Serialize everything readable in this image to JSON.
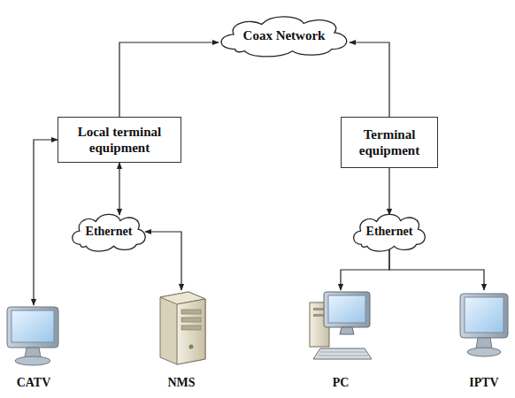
{
  "diagram": {
    "nodes": [
      {
        "text": [
          "Coax Network"
        ]
      },
      {
        "text": [
          "Local terminal equipment"
        ]
      },
      {
        "text": [
          "Terminal equipment"
        ]
      },
      {
        "text": [
          "Ethernet"
        ]
      },
      {
        "text": [
          "Ethernet"
        ]
      },
      {
        "text": [
          "CATV"
        ]
      },
      {
        "text": [
          "NMS"
        ]
      },
      {
        "text": [
          "PC"
        ]
      },
      {
        "text": [
          "IPTV"
        ]
      }
    ],
    "edges": [
      {
        "from": 1,
        "to": 0,
        "arrow": "to"
      },
      {
        "from": 2,
        "to": 0,
        "arrow": "to"
      },
      {
        "from": 1,
        "to": 5,
        "arrow": "both"
      },
      {
        "from": 1,
        "to": 3,
        "arrow": "both"
      },
      {
        "from": 3,
        "to": 6,
        "arrow": "both"
      },
      {
        "from": 2,
        "to": 4,
        "arrow": "to"
      },
      {
        "from": 4,
        "to": 7,
        "arrow": "to"
      },
      {
        "from": 4,
        "to": 8,
        "arrow": "to"
      }
    ]
  }
}
